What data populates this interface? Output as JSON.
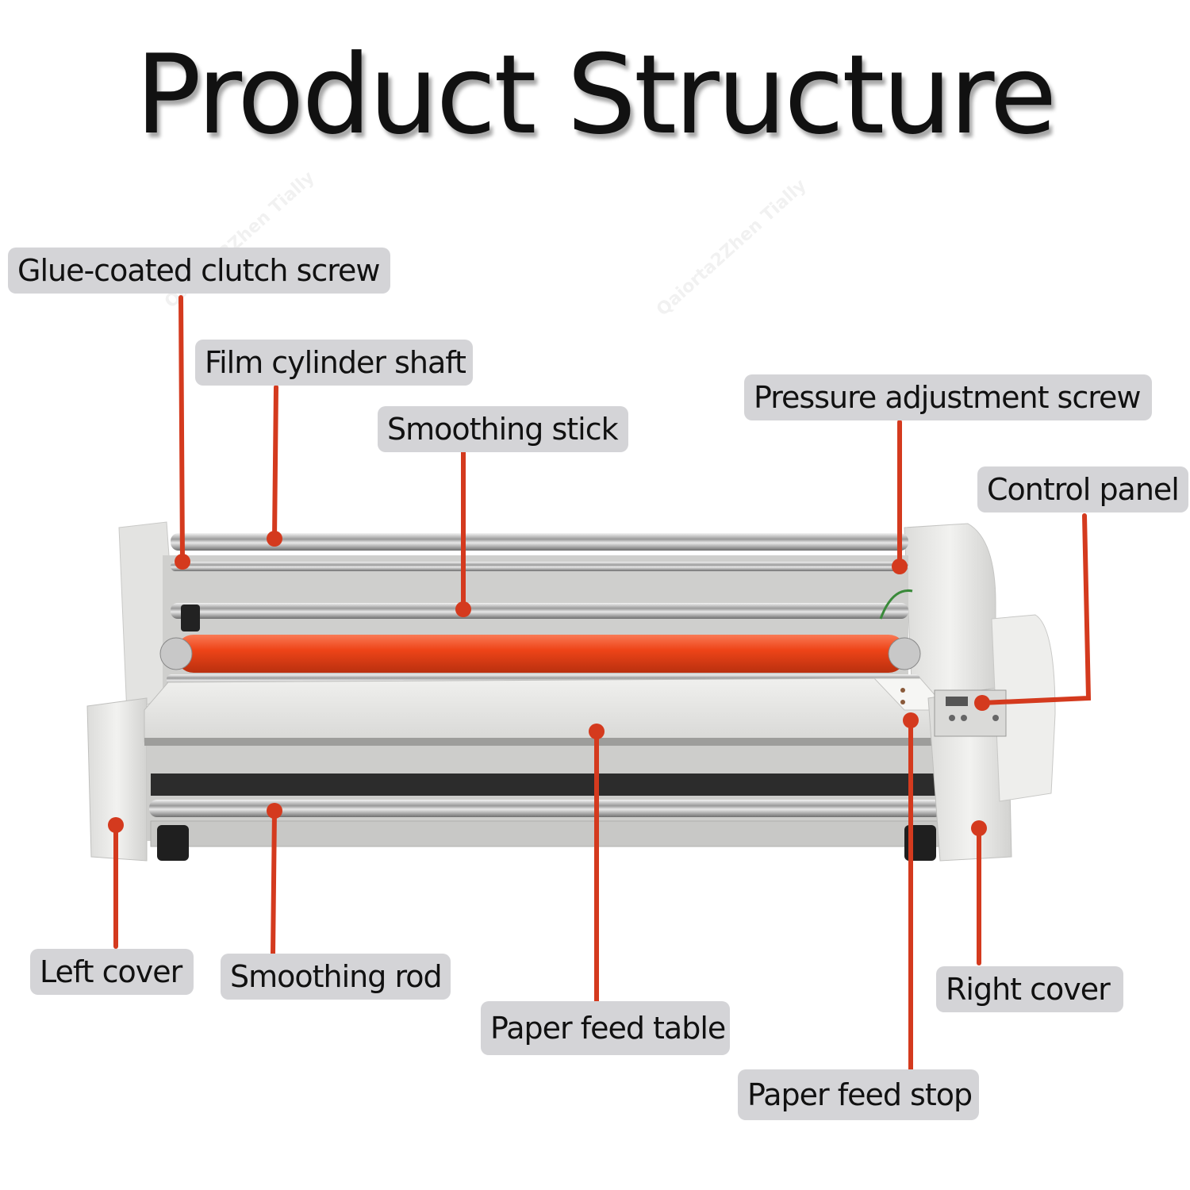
{
  "title": "Product Structure",
  "colors": {
    "leader": "#d43a1e",
    "label_bg": "#d4d4d7",
    "machine_body": "#e9e9e7",
    "roller": "#ee4418",
    "chrome": "#b8b8b8"
  },
  "labels": {
    "glue_coated_clutch_screw": "Glue-coated clutch screw",
    "film_cylinder_shaft": "Film cylinder shaft",
    "smoothing_stick": "Smoothing stick",
    "pressure_adjustment_screw": "Pressure adjustment screw",
    "control_panel": "Control panel",
    "left_cover": "Left cover",
    "smoothing_rod": "Smoothing rod",
    "paper_feed_table": "Paper feed table",
    "right_cover": "Right cover",
    "paper_feed_stop": "Paper feed stop"
  },
  "watermark": "Qaiorta2Zhen Tially"
}
